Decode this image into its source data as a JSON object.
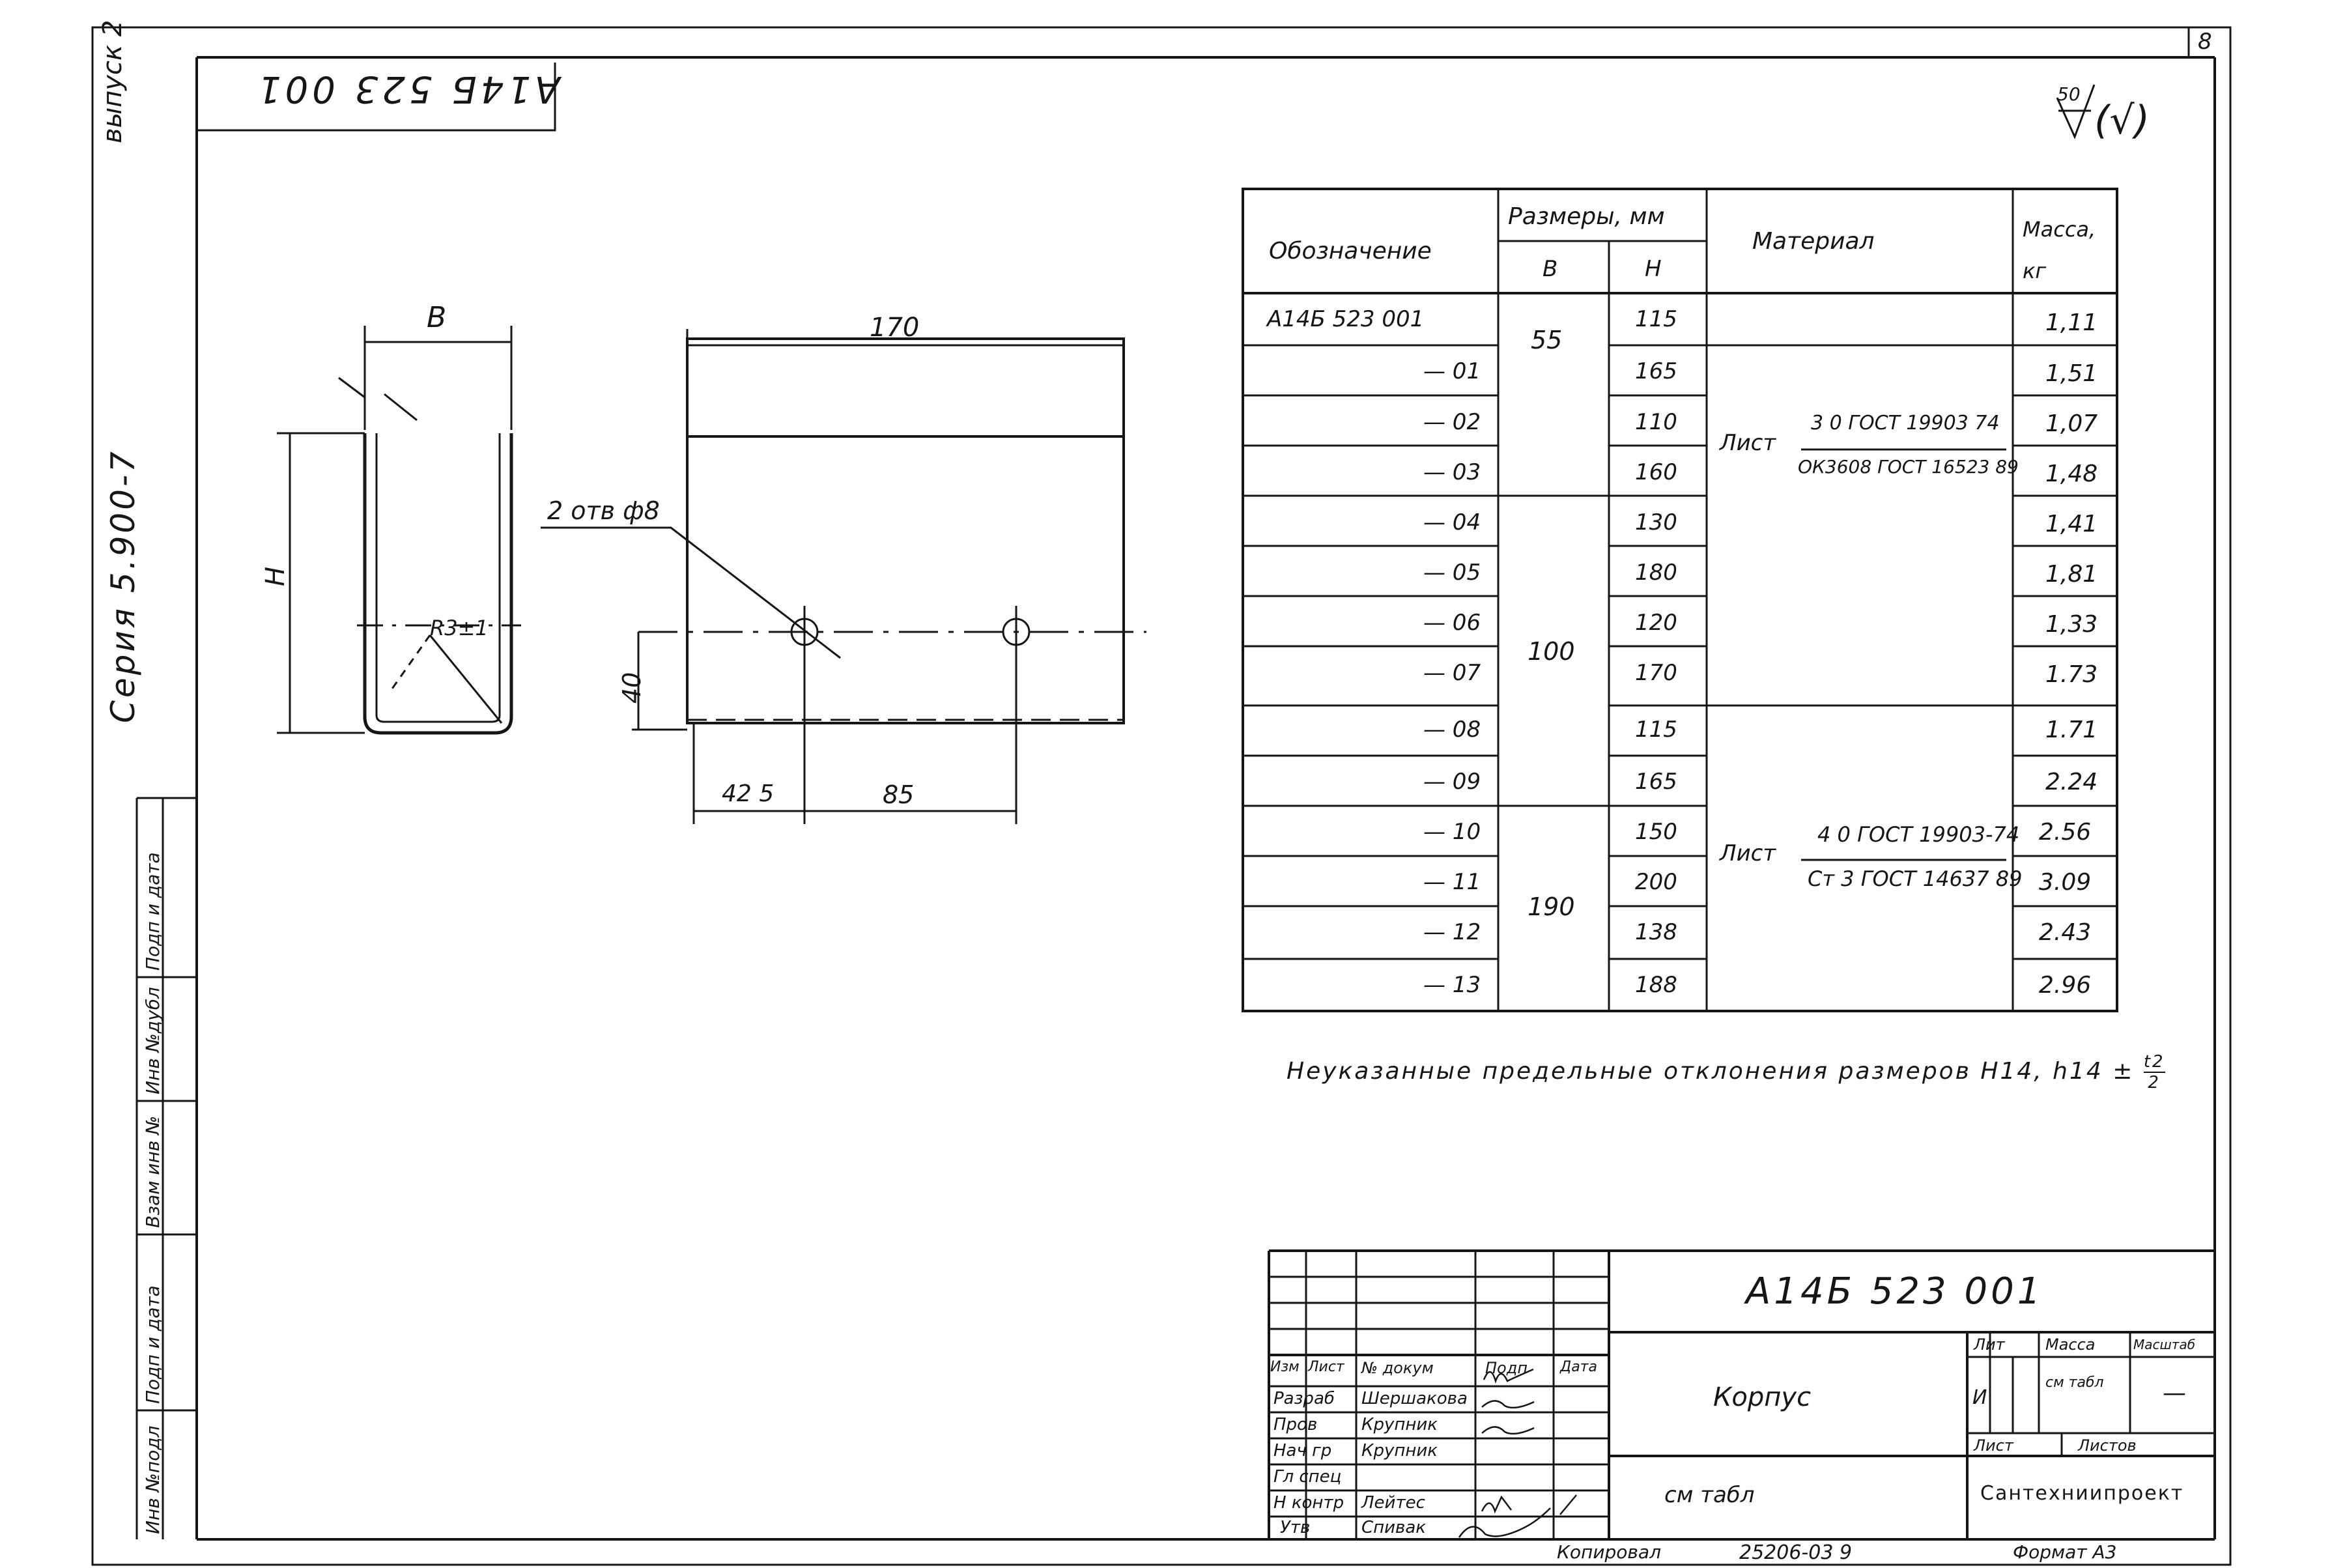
{
  "sheet_number": "8",
  "designation_top": "А14Б 523 001",
  "side_vertical": {
    "vypusk": "выпуск 2",
    "seria": "Серия   5.900-7"
  },
  "left_strip": [
    "Инв №подл",
    "Подп и дата",
    "Взам инв №",
    "Инв №дубл",
    "Подп и дата"
  ],
  "roughness": {
    "value": "50",
    "sign": "(√)"
  },
  "drawing": {
    "dim_B": "В",
    "dim_H": "Н",
    "dim_170": "170",
    "dim_40": "40",
    "dim_425": "42 5",
    "dim_85": "85",
    "holes_note": "2 отв ф8",
    "radius_note": "R3±1"
  },
  "table": {
    "header": {
      "designation": "Обозначение",
      "sizes": "Размеры, мм",
      "b": "В",
      "h": "Н",
      "material": "Материал",
      "mass": "Масса, кг"
    },
    "rows": [
      {
        "designation": "А14Б 523 001",
        "h": "115",
        "mass": "1,11"
      },
      {
        "designation": "— 01",
        "h": "165",
        "mass": "1,51"
      },
      {
        "designation": "— 02",
        "h": "110",
        "mass": "1,07"
      },
      {
        "designation": "— 03",
        "h": "160",
        "mass": "1,48"
      },
      {
        "designation": "— 04",
        "h": "130",
        "mass": "1,41"
      },
      {
        "designation": "— 05",
        "h": "180",
        "mass": "1,81"
      },
      {
        "designation": "— 06",
        "h": "120",
        "mass": "1,33"
      },
      {
        "designation": "— 07",
        "h": "170",
        "mass": "1.73"
      },
      {
        "designation": "— 08",
        "h": "115",
        "mass": "1.71"
      },
      {
        "designation": "— 09",
        "h": "165",
        "mass": "2.24"
      },
      {
        "designation": "— 10",
        "h": "150",
        "mass": "2.56"
      },
      {
        "designation": "— 11",
        "h": "200",
        "mass": "3.09"
      },
      {
        "designation": "— 12",
        "h": "138",
        "mass": "2.43"
      },
      {
        "designation": "— 13",
        "h": "188",
        "mass": "2.96"
      }
    ],
    "b_groups": [
      "55",
      "100",
      "190"
    ],
    "materials": [
      {
        "prefix": "Лист",
        "top": "3 0 ГОСТ 19903 74",
        "bottom": "ОК3608 ГОСТ 16523 89"
      },
      {
        "prefix": "Лист",
        "top": "4 0 ГОСТ 19903-74",
        "bottom": "Ст 3 ГОСТ 14637 89"
      }
    ]
  },
  "note": {
    "text": "Неуказанные предельные отклонения размеров Н14, h14 ±",
    "num": "t2",
    "den": "2"
  },
  "title_block": {
    "designation": "А14Б 523 001",
    "name": "Корпус",
    "material": "см   табл",
    "org": "Сантехниипроект",
    "headers": {
      "izm": "Изм",
      "list": "Лист",
      "doc": "№ докум",
      "podp": "Подп",
      "data": "Дата"
    },
    "roles": [
      {
        "role": "Разраб",
        "name": "Шершакова"
      },
      {
        "role": "Пров",
        "name": "Крупник"
      },
      {
        "role": "Нач гр",
        "name": "Крупник"
      },
      {
        "role": "Гл спец",
        "name": ""
      },
      {
        "role": "Н контр",
        "name": "Лейтес"
      },
      {
        "role": "Утв",
        "name": "Спивак"
      }
    ],
    "lit_label": "Лит",
    "mass_label": "Масса",
    "scale_label": "Масштаб",
    "lit_value": "И",
    "mass_value": "см табл",
    "scale_value": "—",
    "sheet_label": "Лист",
    "sheets_label": "Листов"
  },
  "footer": {
    "copied": "Копировал",
    "code": "25206-03  9",
    "format": "Формат А3"
  }
}
